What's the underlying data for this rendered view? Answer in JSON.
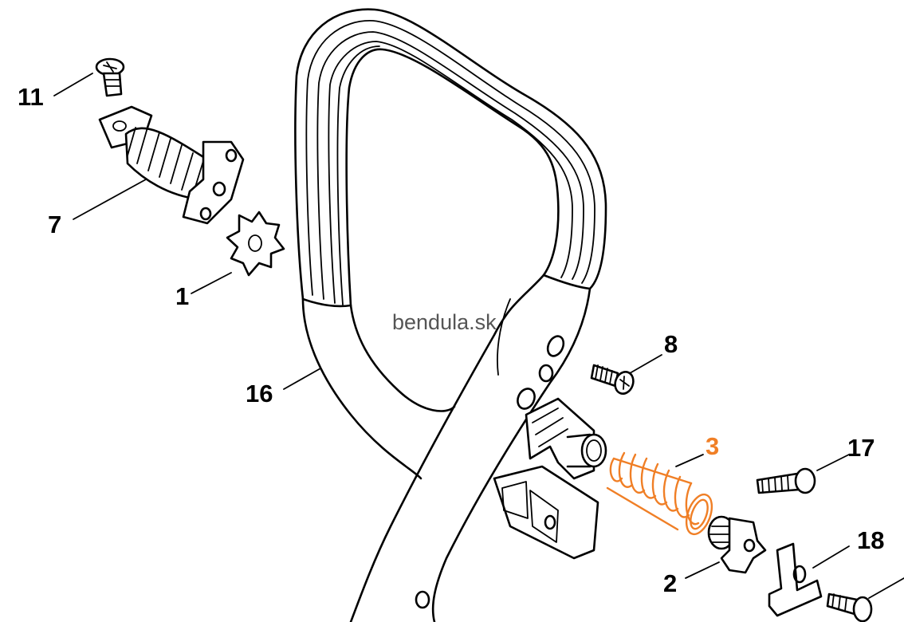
{
  "diagram": {
    "watermark": "bendula.sk",
    "highlight_color": "#f07f26",
    "line_color": "#000000",
    "callouts": [
      {
        "id": "c11",
        "label": "11",
        "highlight": false
      },
      {
        "id": "c7",
        "label": "7",
        "highlight": false
      },
      {
        "id": "c1",
        "label": "1",
        "highlight": false
      },
      {
        "id": "c16",
        "label": "16",
        "highlight": false
      },
      {
        "id": "c8",
        "label": "8",
        "highlight": false
      },
      {
        "id": "c3",
        "label": "3",
        "highlight": true
      },
      {
        "id": "c17",
        "label": "17",
        "highlight": false
      },
      {
        "id": "c2",
        "label": "2",
        "highlight": false
      },
      {
        "id": "c18",
        "label": "18",
        "highlight": false
      }
    ]
  }
}
